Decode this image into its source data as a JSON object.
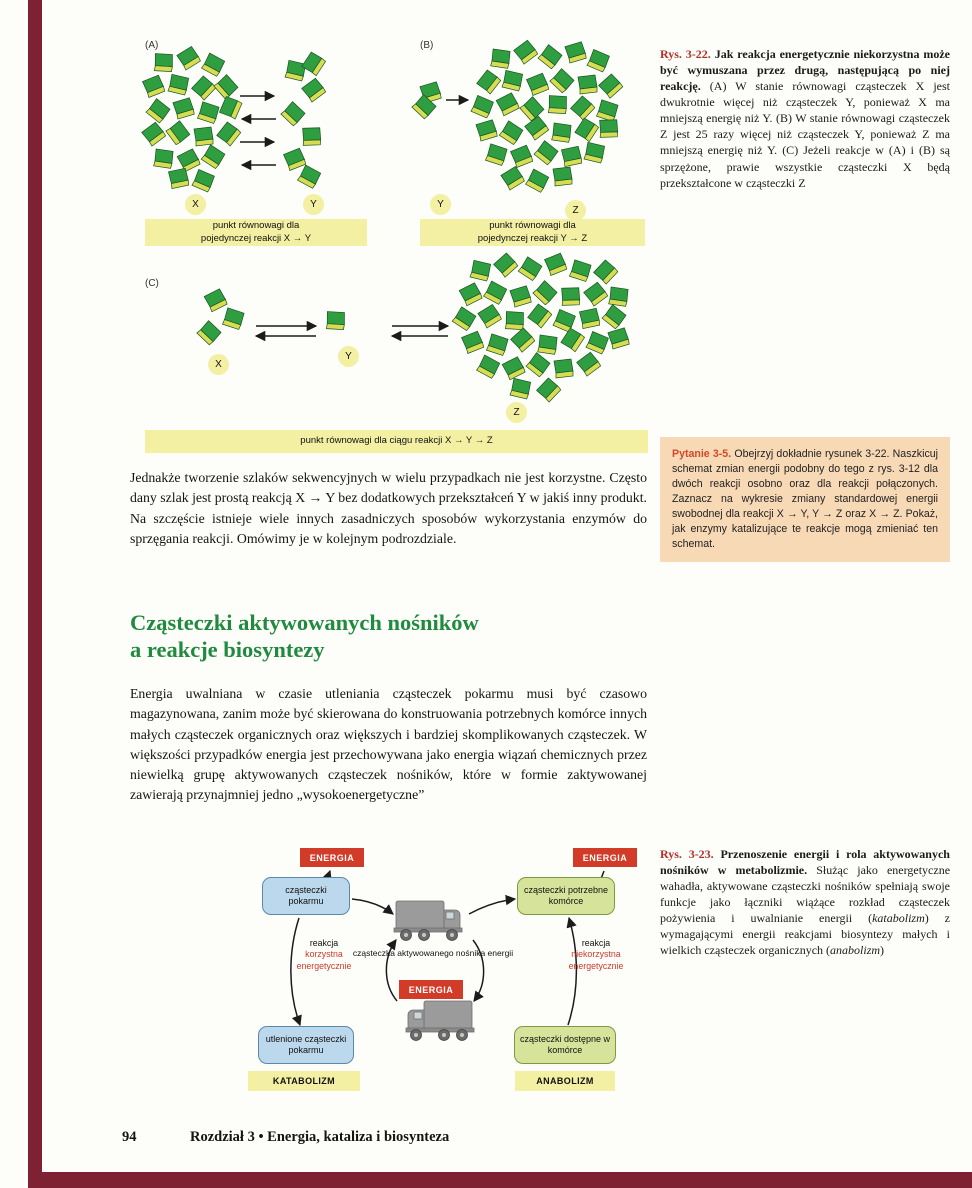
{
  "page": {
    "number": "94",
    "chapter": "Rozdział 3  •  Energia, kataliza i biosynteza"
  },
  "colors": {
    "accent_red": "#d23b28",
    "heading_green": "#208a3e",
    "highlight_yellow": "#f3efa3",
    "edge_maroon": "#7d2133",
    "question_bg": "#f8d9b6",
    "molecule_green": "#2f9e41",
    "molecule_edge": "#d6dd52"
  },
  "fig322": {
    "panel_a": "(A)",
    "panel_b": "(B)",
    "panel_c": "(C)",
    "x": "X",
    "y": "Y",
    "z": "Z",
    "bar_a_line1": "punkt równowagi dla",
    "bar_a_line2": "pojedynczej reakcji X → Y",
    "bar_b_line1": "punkt równowagi dla",
    "bar_b_line2": "pojedynczej reakcji Y → Z",
    "bar_c": "punkt równowagi dla ciągu reakcji X → Y → Z"
  },
  "fig322_caption": {
    "lead": "Rys. 3-22.",
    "bold": "Jak reakcja energetycznie niekorzystna może być wymuszana przez drugą, następującą po niej reakcję.",
    "body": "(A) W stanie równowagi cząsteczek X jest dwukrotnie więcej niż cząsteczek Y, ponieważ X ma mniejszą energię niż Y. (B) W stanie równowagi cząsteczek Z jest 25 razy więcej niż cząsteczek Y, ponieważ Z ma mniejszą energię niż Y. (C) Jeżeli reakcje w (A) i (B) są sprzężone, prawie wszystkie cząsteczki X będą przekształcone w cząsteczki Z"
  },
  "question": {
    "lead": "Pytanie 3-5.",
    "body": "Obejrzyj dokładnie rysunek 3-22. Naszkicuj schemat zmian energii podobny do tego z rys. 3-12 dla dwóch reakcji osobno oraz dla reakcji połączonych. Zaznacz na wykresie zmiany standardowej energii swobodnej dla reakcji X → Y, Y → Z oraz X → Z. Pokaż, jak enzymy katalizujące te reakcje mogą zmieniać ten schemat."
  },
  "para1": "Jednakże tworzenie szlaków sekwencyjnych w wielu przypadkach nie jest korzystne. Często dany szlak jest prostą reakcją X → Y bez dodatkowych przekształceń Y w jakiś inny produkt. Na szczęście istnieje wiele innych zasadniczych sposobów wykorzystania enzymów do sprzęgania reakcji. Omówimy je w kolejnym podrozdziale.",
  "heading": {
    "line1": "Cząsteczki aktywowanych nośników",
    "line2": "a reakcje biosyntezy"
  },
  "para2": "Energia uwalniana w czasie utleniania cząsteczek pokarmu musi być czasowo magazynowana, zanim może być skierowana do konstruowania potrzebnych komórce innych małych cząsteczek organicznych oraz większych i bardziej skomplikowanych cząsteczek. W większości przypadków energia jest przechowywana jako energia wiązań chemicznych przez niewielką grupę aktywowanych cząsteczek nośników, które w formie zaktywowanej zawierają przynajmniej jedno „wysokoenergetyczne”",
  "fig323": {
    "energia": "ENERGIA",
    "box_food": "cząsteczki pokarmu",
    "box_needed": "cząsteczki potrzebne komórce",
    "box_oxidized": "utlenione cząsteczki pokarmu",
    "box_available": "cząsteczki dostępne w komórce",
    "reaction_left_word": "reakcja",
    "reaction_left_red": "korzystna energetycznie",
    "reaction_right_word": "reakcja",
    "reaction_right_red": "niekorzystna energetycznie",
    "carrier": "cząsteczka aktywowanego nośnika energii",
    "katabolizm": "KATABOLIZM",
    "anabolizm": "ANABOLIZM"
  },
  "fig323_caption": {
    "lead": "Rys. 3-23.",
    "bold": "Przenoszenie energii i rola aktywowanych nośników w metabolizmie.",
    "body1": "Służąc jako energetyczne wahadła, aktywowane cząsteczki nośników spełniają swoje funkcje jako łączniki wiążące rozkład cząsteczek pożywienia i uwalnianie energii (",
    "italic1": "katabolizm",
    "body2": ") z wymagającymi energii reakcjami biosyntezy małych i wielkich cząsteczek organicznych (",
    "italic2": "anabolizm",
    "body3": ")"
  }
}
